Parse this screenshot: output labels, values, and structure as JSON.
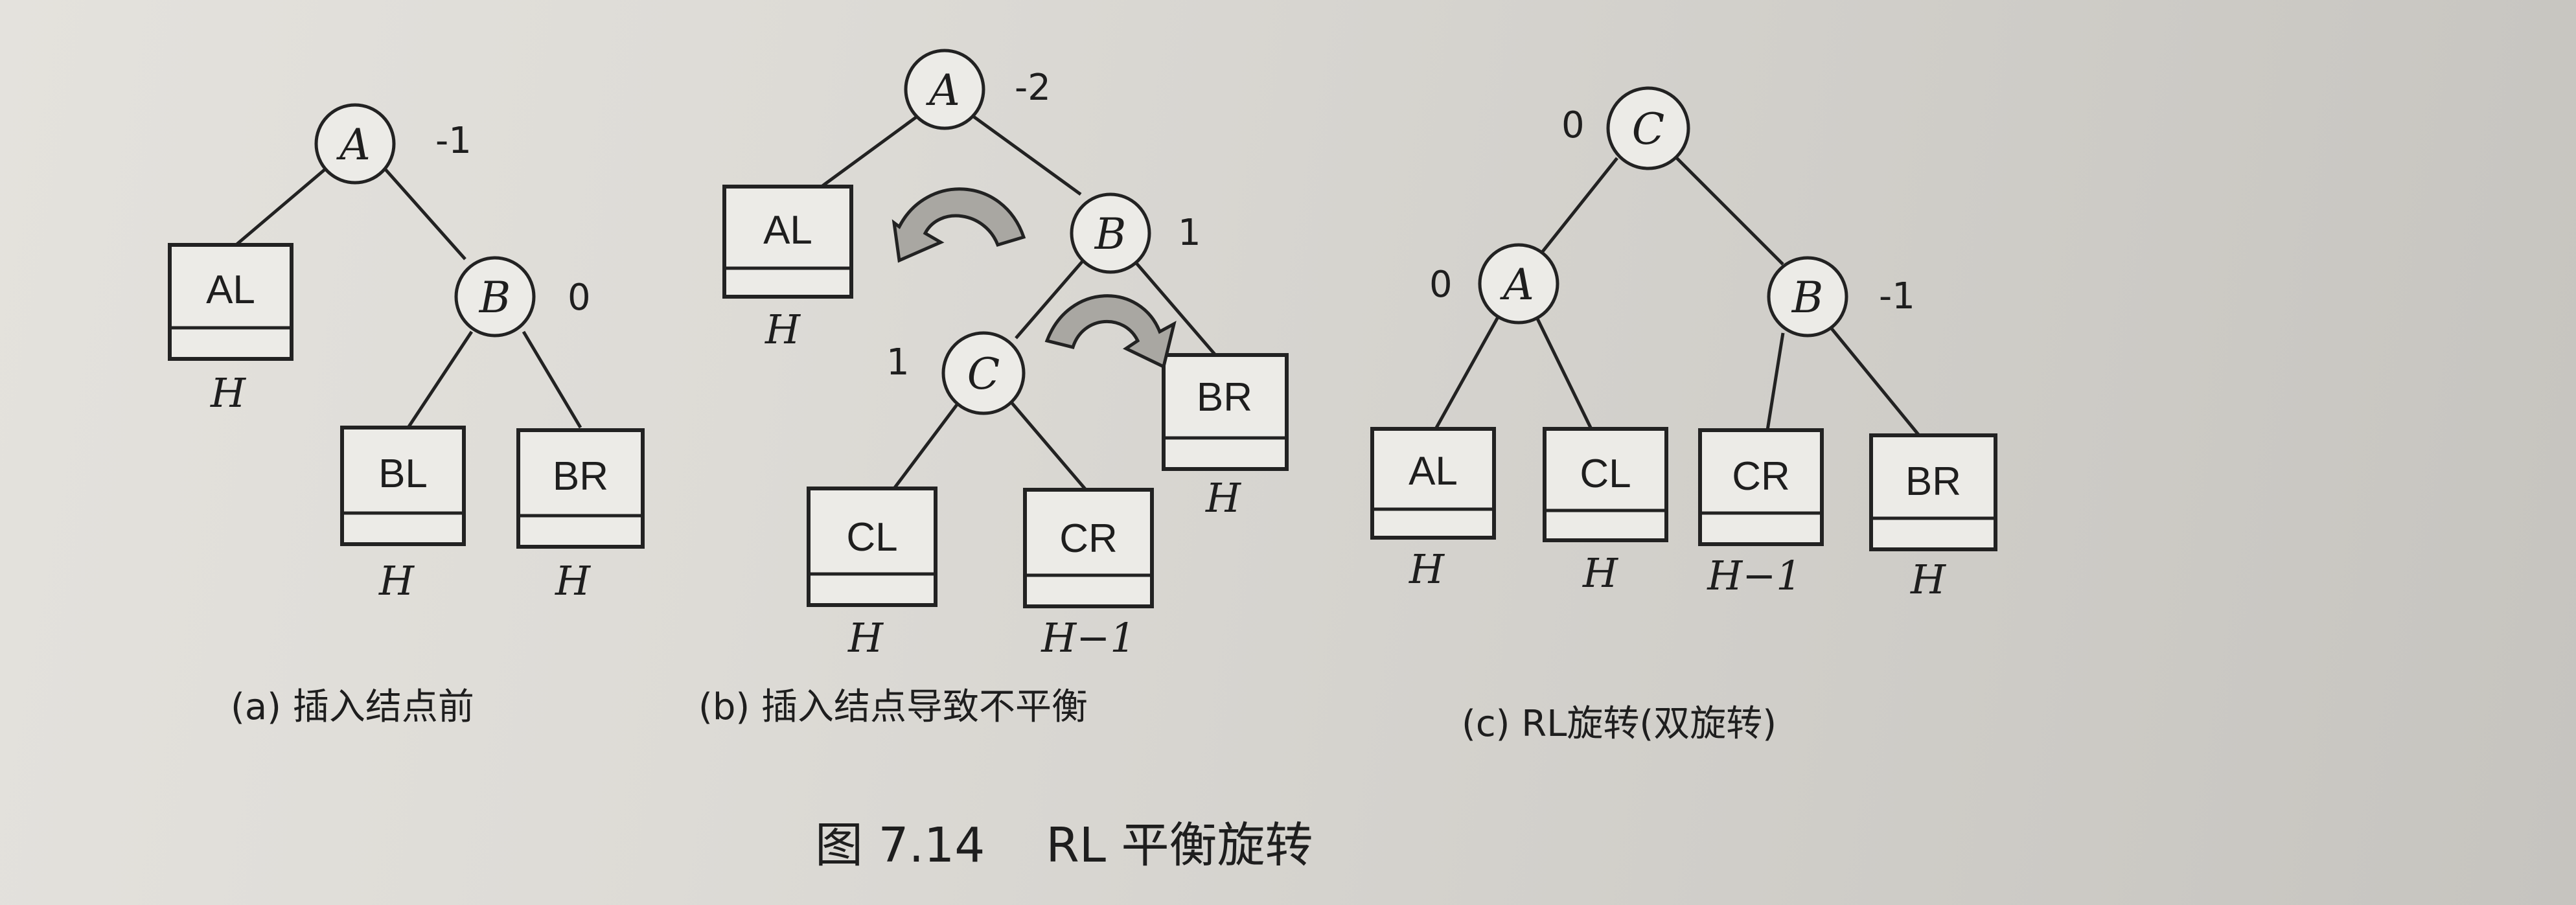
{
  "panel_a": {
    "node_A": {
      "label": "A",
      "balance": "-1"
    },
    "node_B": {
      "label": "B",
      "balance": "0"
    },
    "box_AL": {
      "label": "AL",
      "height": "H"
    },
    "box_BL": {
      "label": "BL",
      "height": "H"
    },
    "box_BR": {
      "label": "BR",
      "height": "H"
    },
    "caption": "(a) 插入结点前"
  },
  "panel_b": {
    "node_A": {
      "label": "A",
      "balance": "-2"
    },
    "node_B": {
      "label": "B",
      "balance": "1"
    },
    "node_C": {
      "label": "C",
      "balance": "1"
    },
    "box_AL": {
      "label": "AL",
      "height": "H"
    },
    "box_BR": {
      "label": "BR",
      "height": "H"
    },
    "box_CL": {
      "label": "CL",
      "height": "H"
    },
    "box_CR": {
      "label": "CR",
      "height": "H−1"
    },
    "caption": "(b) 插入结点导致不平衡"
  },
  "panel_c": {
    "node_C": {
      "label": "C",
      "balance": "0"
    },
    "node_A": {
      "label": "A",
      "balance": "0"
    },
    "node_B": {
      "label": "B",
      "balance": "-1"
    },
    "box_AL": {
      "label": "AL",
      "height": "H"
    },
    "box_CL": {
      "label": "CL",
      "height": "H"
    },
    "box_CR": {
      "label": "CR",
      "height": "H−1"
    },
    "box_BR": {
      "label": "BR",
      "height": "H"
    },
    "caption": "(c) RL旋转(双旋转)"
  },
  "figure_caption": "图 7.14    RL 平衡旋转"
}
